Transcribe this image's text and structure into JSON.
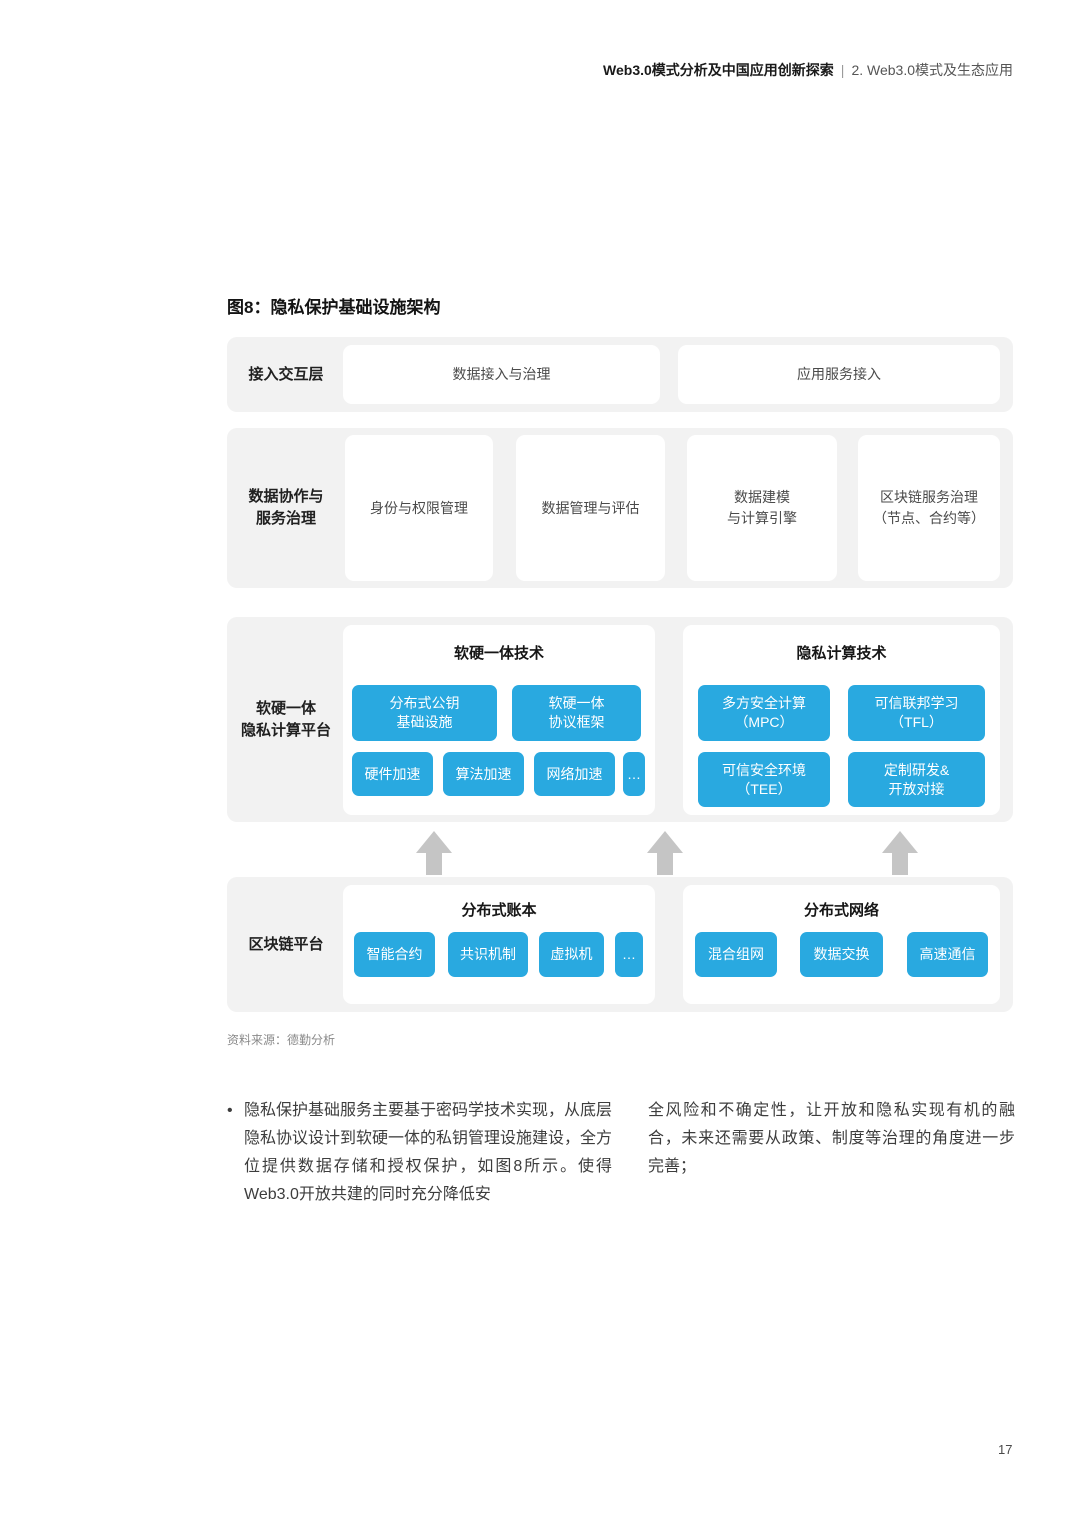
{
  "header": {
    "title": "Web3.0模式分析及中国应用创新探索",
    "separator": "|",
    "section": "2. Web3.0模式及生态应用"
  },
  "figure": {
    "title": "图8：隐私保护基础设施架构",
    "source": "资料来源：德勤分析"
  },
  "diagram": {
    "colors": {
      "accent_blue": "#29A9E0",
      "layer_bg": "#F2F2F2",
      "arrow_gray": "#C5C5C5",
      "double_arrow_gray": "#B7B7B7"
    },
    "layer1": {
      "label": "接入交互层",
      "box1": "数据接入与治理",
      "box2": "应用服务接入"
    },
    "layer2": {
      "label": "数据协作与\n服务治理",
      "box1": "身份与权限管理",
      "box2": "数据管理与评估",
      "box3": "数据建模\n与计算引擎",
      "box4": "区块链服务治理\n（节点、合约等）"
    },
    "layer3": {
      "label": "软硬一体\n隐私计算平台",
      "group1": {
        "title": "软硬一体技术",
        "box1": "分布式公钥\n基础设施",
        "box2": "软硬一体\n协议框架",
        "box3": "硬件加速",
        "box4": "算法加速",
        "box5": "网络加速",
        "box6": "…"
      },
      "group2": {
        "title": "隐私计算技术",
        "box1": "多方安全计算\n（MPC）",
        "box2": "可信联邦学习\n（TFL）",
        "box3": "可信安全环境\n（TEE）",
        "box4": "定制研发&\n开放对接"
      }
    },
    "layer4": {
      "label": "区块链平台",
      "group1": {
        "title": "分布式账本",
        "box1": "智能合约",
        "box2": "共识机制",
        "box3": "虚拟机",
        "box4": "…"
      },
      "group2": {
        "title": "分布式网络",
        "box1": "混合组网",
        "box2": "数据交换",
        "box3": "高速通信"
      }
    }
  },
  "body": {
    "bullet_marker": "•",
    "paragraph_left": "隐私保护基础服务主要基于密码学技术实现，从底层隐私协议设计到软硬一体的私钥管理设施建设，全方位提供数据存储和授权保护，如图8所示。使得Web3.0开放共建的同时充分降低安",
    "paragraph_right": "全风险和不确定性，让开放和隐私实现有机的融合，未来还需要从政策、制度等治理的角度进一步完善；"
  },
  "footer": {
    "page_number": "17"
  }
}
